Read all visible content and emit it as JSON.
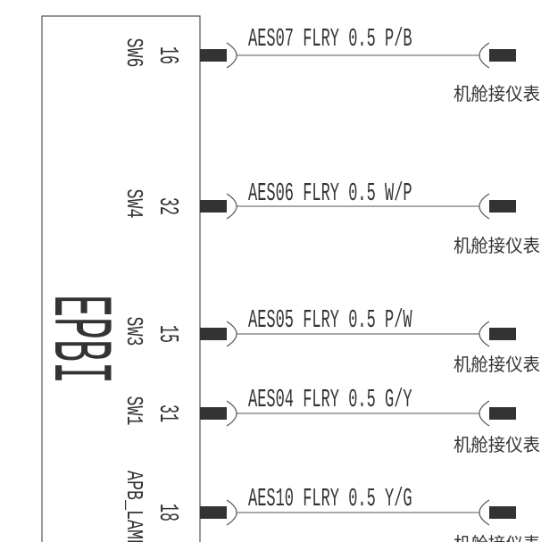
{
  "component": {
    "name": "EPBI"
  },
  "pins": [
    {
      "pin": "16",
      "signal": "SW6",
      "wire": "AES07 FLRY 0.5 P/B",
      "destination": "机舱接仪表"
    },
    {
      "pin": "32",
      "signal": "SW4",
      "wire": "AES06 FLRY 0.5 W/P",
      "destination": "机舱接仪表"
    },
    {
      "pin": "15",
      "signal": "SW3",
      "wire": "AES05 FLRY 0.5 P/W",
      "destination": "机舱接仪表"
    },
    {
      "pin": "31",
      "signal": "SW1",
      "wire": "AES04 FLRY 0.5 G/Y",
      "destination": "机舱接仪表"
    },
    {
      "pin": "18",
      "signal": "APB_LAMP",
      "wire": "AES10 FLRY 0.5 Y/G",
      "destination": "机舱接仪表"
    }
  ],
  "colors": {
    "background": "#ffffff",
    "line": "#555555",
    "terminal": "#333333",
    "text": "#333333"
  }
}
